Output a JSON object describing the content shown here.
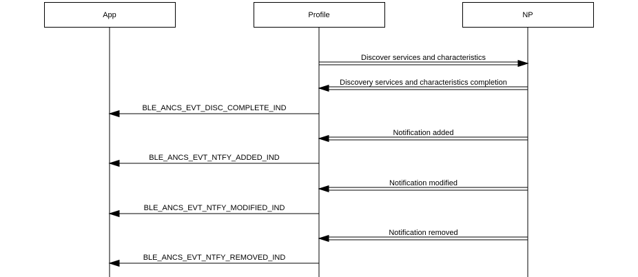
{
  "participants": [
    {
      "id": "app",
      "label": "App"
    },
    {
      "id": "profile",
      "label": "Profile"
    },
    {
      "id": "np",
      "label": "NP"
    }
  ],
  "messages": [
    {
      "from": "profile",
      "to": "np",
      "label": "Discover services and characteristics",
      "style": "double"
    },
    {
      "from": "np",
      "to": "profile",
      "label": "Discovery services and characteristics completion",
      "style": "double"
    },
    {
      "from": "profile",
      "to": "app",
      "label": "BLE_ANCS_EVT_DISC_COMPLETE_IND",
      "style": "single"
    },
    {
      "from": "np",
      "to": "profile",
      "label": "Notification added",
      "style": "double"
    },
    {
      "from": "profile",
      "to": "app",
      "label": "BLE_ANCS_EVT_NTFY_ADDED_IND",
      "style": "single"
    },
    {
      "from": "np",
      "to": "profile",
      "label": "Notification modified",
      "style": "double"
    },
    {
      "from": "profile",
      "to": "app",
      "label": "BLE_ANCS_EVT_NTFY_MODIFIED_IND",
      "style": "single"
    },
    {
      "from": "np",
      "to": "profile",
      "label": "Notification removed",
      "style": "double"
    },
    {
      "from": "profile",
      "to": "app",
      "label": "BLE_ANCS_EVT_NTFY_REMOVED_IND",
      "style": "single"
    }
  ]
}
